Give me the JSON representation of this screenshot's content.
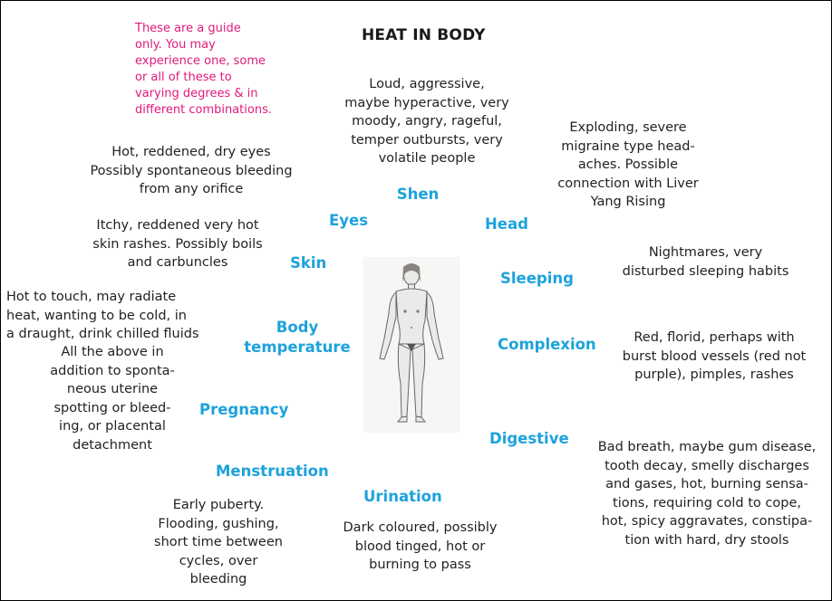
{
  "title": "HEAT IN BODY",
  "note": [
    "These are a guide",
    "only. You may",
    "experience one, some",
    "or all of these to",
    "varying degrees & in",
    "different combinations."
  ],
  "categories": {
    "shen": "Shen",
    "eyes": "Eyes",
    "head": "Head",
    "skin": "Skin",
    "sleeping": "Sleeping",
    "body_temperature": [
      "Body",
      "temperature"
    ],
    "complexion": "Complexion",
    "pregnancy": "Pregnancy",
    "digestive": "Digestive",
    "menstruation": "Menstruation",
    "urination": "Urination"
  },
  "descriptions": {
    "shen": [
      "Loud, aggressive,",
      "maybe hyperactive, very",
      "moody, angry, rageful,",
      "temper  outbursts, very",
      "volatile people"
    ],
    "eyes": [
      "Hot, reddened, dry eyes",
      "Possibly spontaneous bleeding",
      "from any orifice"
    ],
    "head": [
      "Exploding, severe",
      "migraine type head-",
      "aches. Possible",
      "connection with Liver",
      "Yang Rising"
    ],
    "skin": [
      "Itchy, reddened very hot",
      "skin rashes. Possibly boils",
      "and carbuncles"
    ],
    "sleeping": [
      "Nightmares, very",
      "disturbed sleeping habits"
    ],
    "body_temperature": [
      "Hot to touch, may radiate",
      "heat, wanting to be cold, in",
      "a draught, drink chilled fluids"
    ],
    "complexion": [
      "Red, florid, perhaps with",
      "burst blood vessels (red not",
      "purple), pimples, rashes"
    ],
    "pregnancy": [
      "All the above in",
      "addition to sponta-",
      "neous uterine",
      "spotting or bleed-",
      "ing, or placental",
      "detachment"
    ],
    "digestive": [
      "Bad breath, maybe gum disease,",
      "tooth decay, smelly discharges",
      "and gases, hot, burning sensa-",
      "tions, requiring cold to cope,",
      "hot, spicy aggravates, constipa-",
      "tion with hard, dry stools"
    ],
    "menstruation": [
      "Early puberty.",
      "Flooding, gushing,",
      "short time between",
      "cycles, over",
      "bleeding"
    ],
    "urination": [
      "Dark coloured, possibly",
      "blood tinged, hot or",
      "burning to pass"
    ]
  },
  "colors": {
    "category": "#1da2dc",
    "note": "#e0197d",
    "text": "#222222"
  }
}
